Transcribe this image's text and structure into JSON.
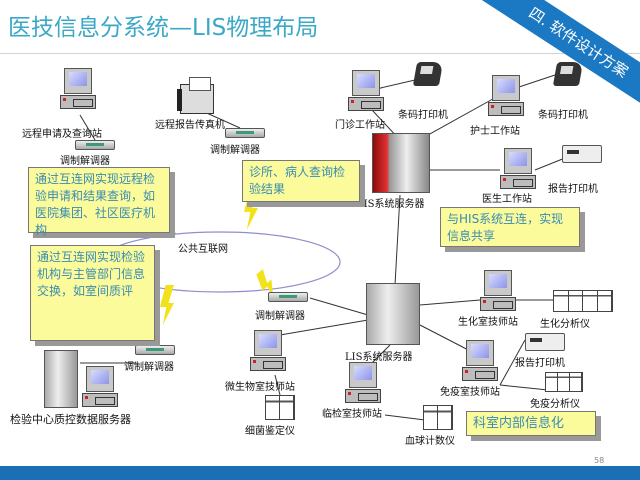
{
  "slide": {
    "title": "医技信息分系统—LIS物理布局",
    "section_ribbon": "四. 软件设计方案",
    "page_number": "58",
    "accent_color": "#1a6fb5",
    "title_color": "#3aa8c6"
  },
  "nodes": {
    "remote_query": "远程申请及查询站",
    "remote_fax": "远程报告传真机",
    "modem_a": "调制解调器",
    "modem_b": "调制解调器",
    "internet": "公共互联网",
    "outpatient": "门诊工作站",
    "barcode_1": "条码打印机",
    "nurse": "护士工作站",
    "barcode_2": "条码打印机",
    "his_server": "HIS系统服务器",
    "doctor": "医生工作站",
    "report_printer_1": "报告打印机",
    "lis_server": "LIS系统服务器",
    "modem_c": "调制解调器",
    "micro": "微生物室技师站",
    "bacteria": "细菌鉴定仪",
    "clinical": "临检室技师站",
    "blood": "血球计数仪",
    "biochem": "生化室技师站",
    "biochem_analyzer": "生化分析仪",
    "immune": "免疫室技师站",
    "report_printer_2": "报告打印机",
    "immune_analyzer": "免疫分析仪",
    "qc_server": "检验中心质控数据服务器",
    "modem_d": "调制解调器"
  },
  "callouts": {
    "clinic": "诊所、病人查询检验结果",
    "remote": "通过互连网实现远程检验申请和结果查询，如医院集团、社区医疗机构",
    "exchange": "通过互连网实现检验机构与主管部门信息交换，如室间质评",
    "his": "与HIS系统互连，实现信息共享",
    "dept": "科室内部信息化"
  }
}
